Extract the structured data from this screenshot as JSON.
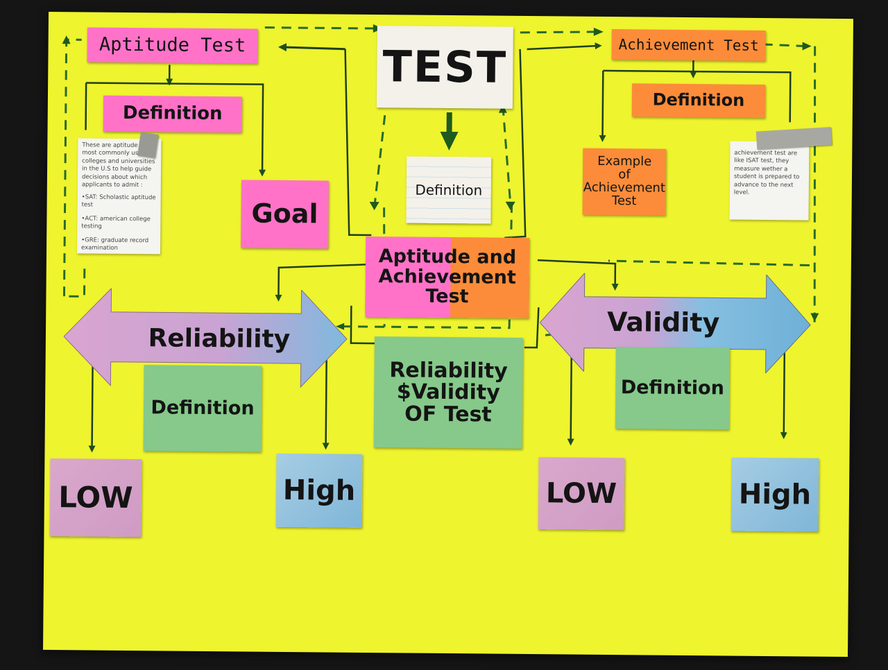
{
  "center": {
    "title": "TEST",
    "definition": "Definition"
  },
  "aptitude": {
    "title": "Aptitude Test",
    "definition": "Definition",
    "goal": "Goal",
    "note": {
      "text": "These are aptitude test most commonly used by colleges and universities in the U.S to help guide decisions about which applicants to admit :",
      "items": [
        "•SAT: Scholastic aptitude test",
        "•ACT: american college testing",
        "•GRE: graduate record examination"
      ]
    }
  },
  "achievement": {
    "title": "Achievement Test",
    "definition": "Definition",
    "example_line1": "Example",
    "example_line2": "of",
    "example_line3": "Achievement",
    "example_line4": "Test",
    "note": "achievement test are like ISAT test, they measure wether a student is prepared to advance to the next level."
  },
  "combined": {
    "line1": "Aptitude and",
    "line2": "Achievement",
    "line3": "Test"
  },
  "reliability": {
    "title": "Reliability",
    "definition": "Definition",
    "low": "LOW",
    "high": "High"
  },
  "rv": {
    "line1": "Reliability",
    "line2": "$Validity",
    "line3": "OF Test"
  },
  "validity": {
    "title": "Validity",
    "definition": "Definition",
    "low": "LOW",
    "high": "High"
  },
  "colors": {
    "board": "#eef42e",
    "pink": "#ff72c8",
    "orange": "#fc8c3a",
    "green": "#86c98a",
    "arrow": "#1f5a1f"
  }
}
